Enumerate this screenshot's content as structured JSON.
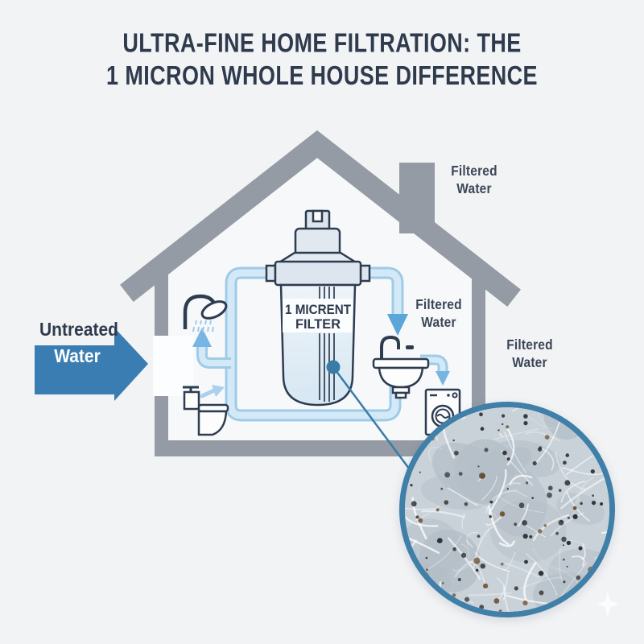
{
  "title": {
    "line1": "ULTRA-FINE HOME FILTRATION: THE",
    "line2": "1 MICRON WHOLE HOUSE DIFFERENCE"
  },
  "labels": {
    "untreated_top": "Untreated",
    "untreated_bottom": "Water",
    "filtered_roof": "Filtered Water",
    "filtered_sink": "Filtered Water",
    "filtered_exterior": "Filtered Water"
  },
  "filter": {
    "label_line1": "1 MICRENT",
    "label_line2": "FILTER"
  },
  "icons": {
    "shower": "shower-icon",
    "toilet": "toilet-icon",
    "sink": "sink-icon",
    "washing_machine": "washing-machine-icon",
    "sparkle": "sparkle-icon",
    "magnifier": "filter-media-magnifier"
  },
  "colors": {
    "background": "#f2f3f5",
    "house_gray": "#949ba5",
    "pipe_fill": "#d3e9f7",
    "pipe_outline": "#9fcbe7",
    "flow_arrow_blue": "#5ba6d9",
    "untreated_arrow_blue": "#3a7db3",
    "accent_blue": "#3a7ca8",
    "title_text": "#2f3b4d",
    "label_text": "#3b4656",
    "icon_stroke": "#2e3c50"
  }
}
